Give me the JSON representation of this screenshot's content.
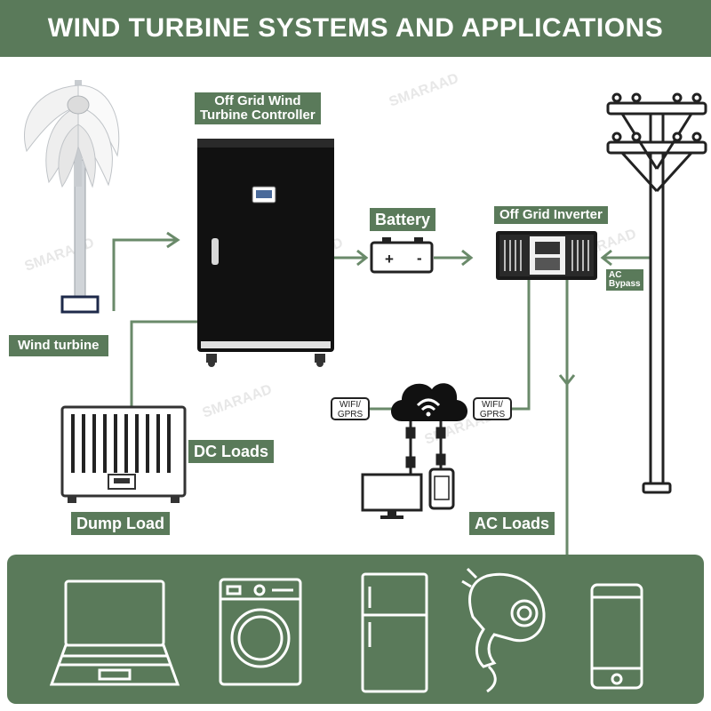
{
  "title": "WIND TURBINE SYSTEMS AND APPLICATIONS",
  "labels": {
    "controller_line1": "Off Grid Wind",
    "controller_line2": "Turbine Controller",
    "battery": "Battery",
    "inverter": "Off Grid Inverter",
    "wind_turbine": "Wind turbine",
    "dc_loads": "DC Loads",
    "dump_load": "Dump Load",
    "ac_loads": "AC Loads",
    "ac_bypass_line1": "AC",
    "ac_bypass_line2": "Bypass"
  },
  "wifi_tags": [
    {
      "line1": "WIFI/",
      "line2": "GPRS"
    },
    {
      "line1": "WIFI/",
      "line2": "GPRS"
    }
  ],
  "battery_symbols": {
    "plus": "+",
    "minus": "-"
  },
  "watermark": "SMARAAD",
  "ac_load_icons": [
    "laptop-icon",
    "washing-machine-icon",
    "refrigerator-icon",
    "hair-dryer-icon",
    "smartphone-icon"
  ],
  "colors": {
    "accent": "#5a7a5a",
    "line": "#6a8a6a",
    "dark": "#1a1a1a"
  }
}
